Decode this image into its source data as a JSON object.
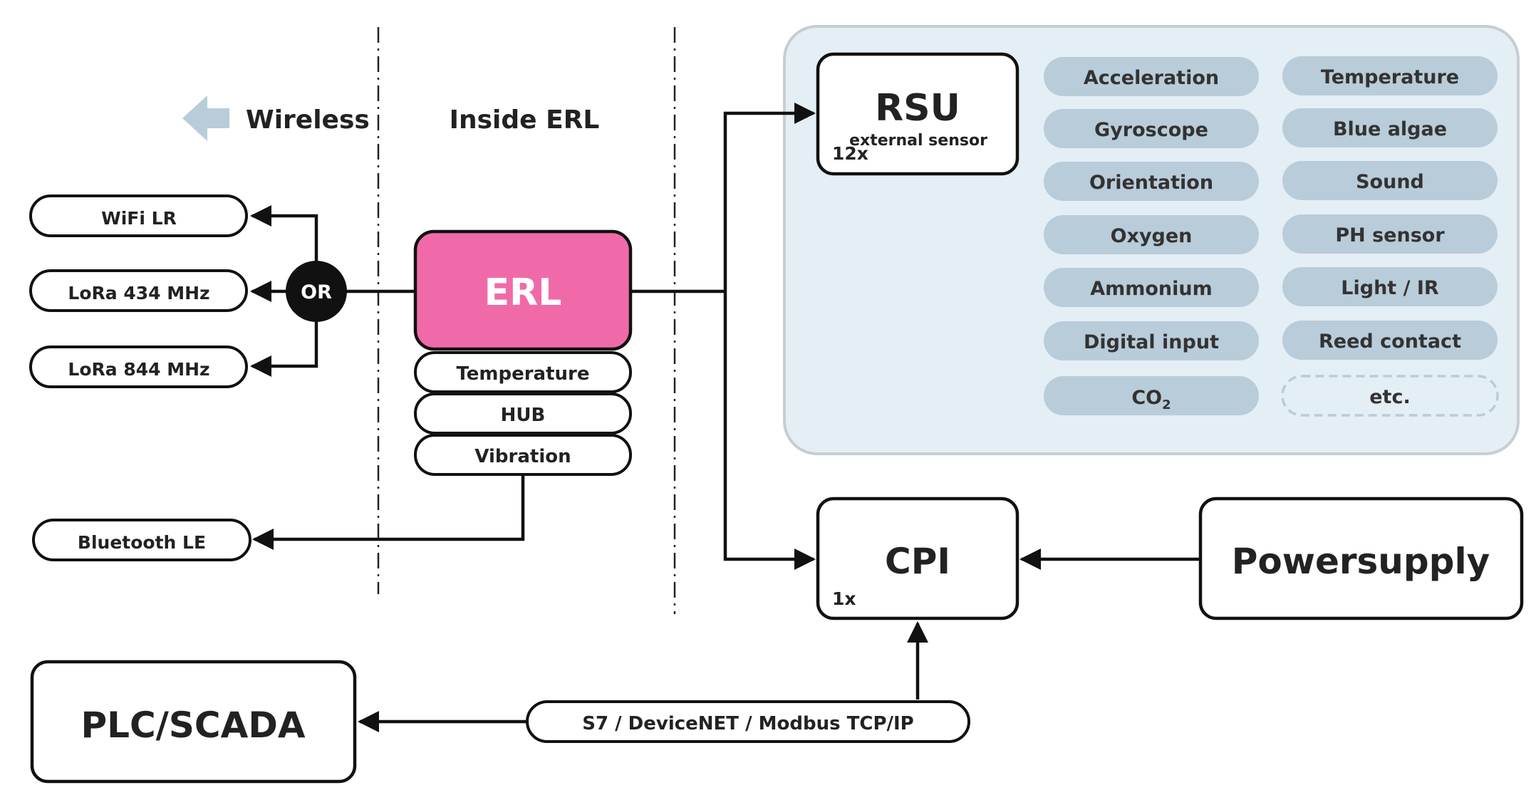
{
  "headers": {
    "wireless": "Wireless",
    "inside": "Inside ERL"
  },
  "wireless_options": [
    "WiFi LR",
    "LoRa 434 MHz",
    "LoRa 844 MHz"
  ],
  "or_label": "OR",
  "erl": {
    "label": "ERL",
    "modules": [
      "Temperature",
      "HUB",
      "Vibration"
    ],
    "color": "#f06aa9"
  },
  "bluetooth": "Bluetooth LE",
  "rsu": {
    "title": "RSU",
    "subtitle": "external sensor",
    "count": "12x"
  },
  "sensors": {
    "left": [
      "Acceleration",
      "Gyroscope",
      "Orientation",
      "Oxygen",
      "Ammonium",
      "Digital input"
    ],
    "co2": {
      "main": "CO",
      "sub": "2"
    },
    "right": [
      "Temperature",
      "Blue algae",
      "Sound",
      "PH sensor",
      "Light / IR",
      "Reed contact",
      "etc."
    ],
    "pill_color": "#b9ccd9",
    "panel_color": "#e4eef5"
  },
  "cpi": {
    "title": "CPI",
    "count": "1x"
  },
  "powersupply": "Powersupply",
  "plc": "PLC/SCADA",
  "protocol": "S7 / DeviceNET / Modbus TCP/IP"
}
